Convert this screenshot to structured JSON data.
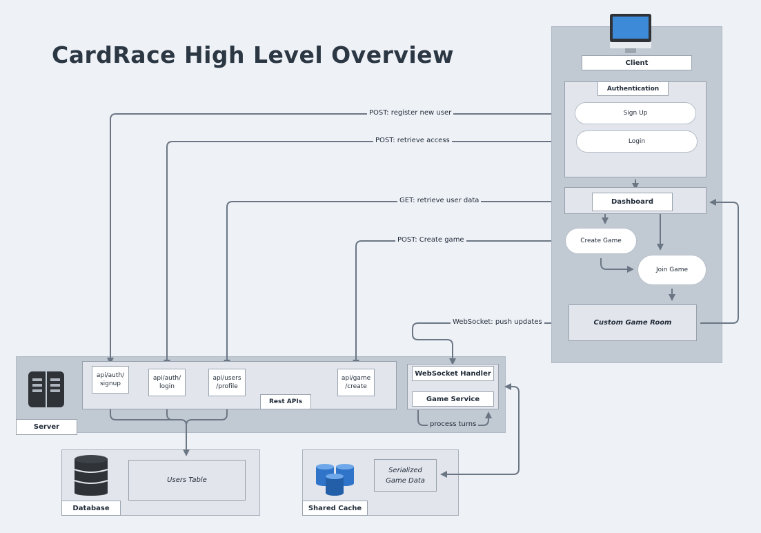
{
  "title": "CardRace High Level Overview",
  "client": {
    "label": "Client",
    "auth_label": "Authentication",
    "sign_up": "Sign Up",
    "login": "Login",
    "dashboard": "Dashboard",
    "create_game": "Create Game",
    "join_game": "Join Game",
    "game_room": "Custom Game Room"
  },
  "edges": {
    "register": "POST: register new user",
    "access": "POST: retrieve access",
    "user_data": "GET: retrieve user data",
    "create_game": "POST: Create game",
    "websocket": "WebSocket: push updates",
    "process_turns": "process turns"
  },
  "server": {
    "label": "Server",
    "rest_apis": "Rest APIs",
    "endpoints": [
      "api/auth/\nsignup",
      "api/auth/\nlogin",
      "api/users\n/profile",
      "api/game\n/create"
    ],
    "ws_handler": "WebSocket Handler",
    "game_service": "Game Service"
  },
  "database": {
    "label": "Database",
    "table": "Users Table"
  },
  "cache": {
    "label": "Shared Cache",
    "data": "Serialized Game Data"
  },
  "colors": {
    "background": "#eef1f6",
    "panel": "#c1c9d3",
    "inner": "#e2e5ec",
    "wire": "#6b7684",
    "monitor_screen": "#3d8ad8",
    "cylinder_blue": "#2f74c8",
    "server_icon": "#2f3338"
  }
}
